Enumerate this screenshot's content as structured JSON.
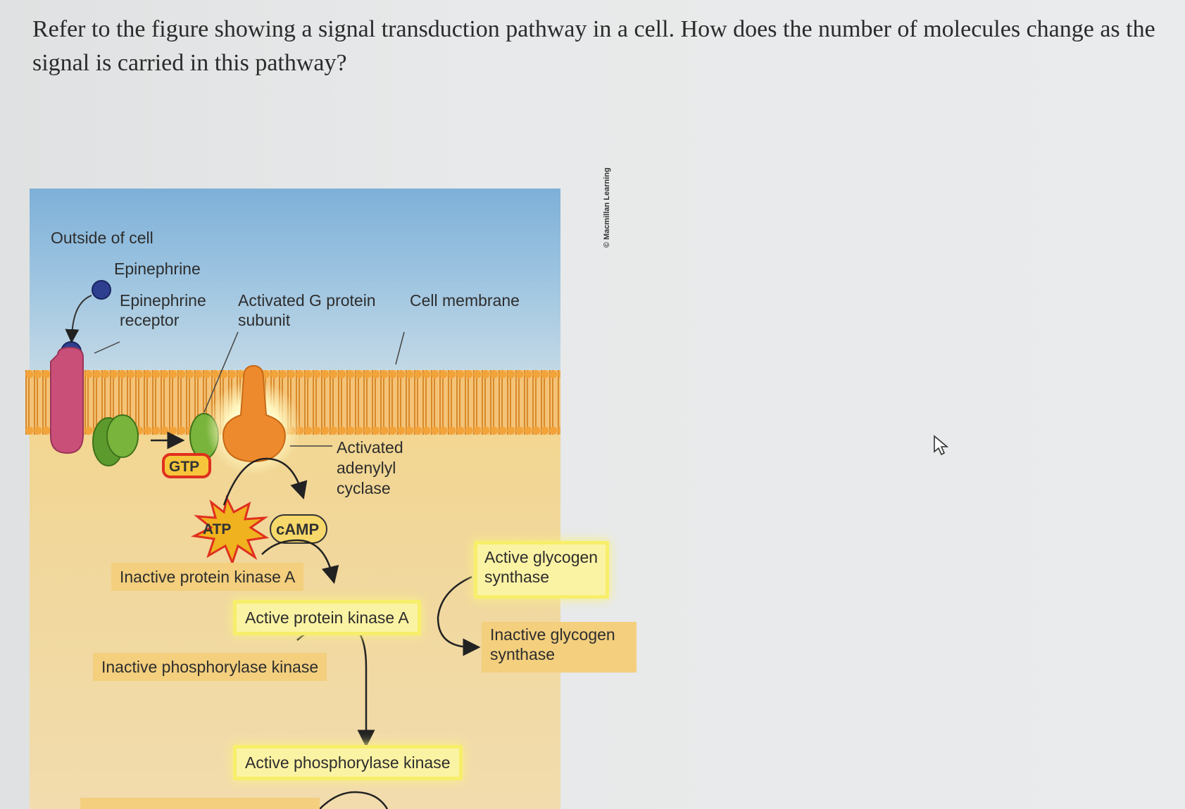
{
  "question": "Refer to the figure showing a signal transduction pathway in a cell. How does the number of molecules change as the signal is carried in this pathway?",
  "figure": {
    "outside_label": "Outside of cell",
    "epinephrine_label": "Epinephrine",
    "receptor_label_line1": "Epinephrine",
    "receptor_label_line2": "receptor",
    "gprotein_label_line1": "Activated G protein",
    "gprotein_label_line2": "subunit",
    "membrane_label": "Cell membrane",
    "adenylyl_line1": "Activated",
    "adenylyl_line2": "adenylyl",
    "adenylyl_line3": "cyclase",
    "gtp": "GTP",
    "atp": "ATP",
    "camp": "cAMP",
    "inactive_pka": "Inactive protein kinase A",
    "active_pka": "Active protein kinase A",
    "inactive_phk": "Inactive phosphorylase kinase",
    "active_phk": "Active phosphorylase kinase",
    "active_gs_line1": "Active glycogen",
    "active_gs_line2": "synthase",
    "inactive_gs_line1": "Inactive glycogen",
    "inactive_gs_line2": "synthase",
    "copyright": "© Macmillan Learning"
  },
  "icons": {
    "cursor": "mouse-pointer-icon"
  }
}
